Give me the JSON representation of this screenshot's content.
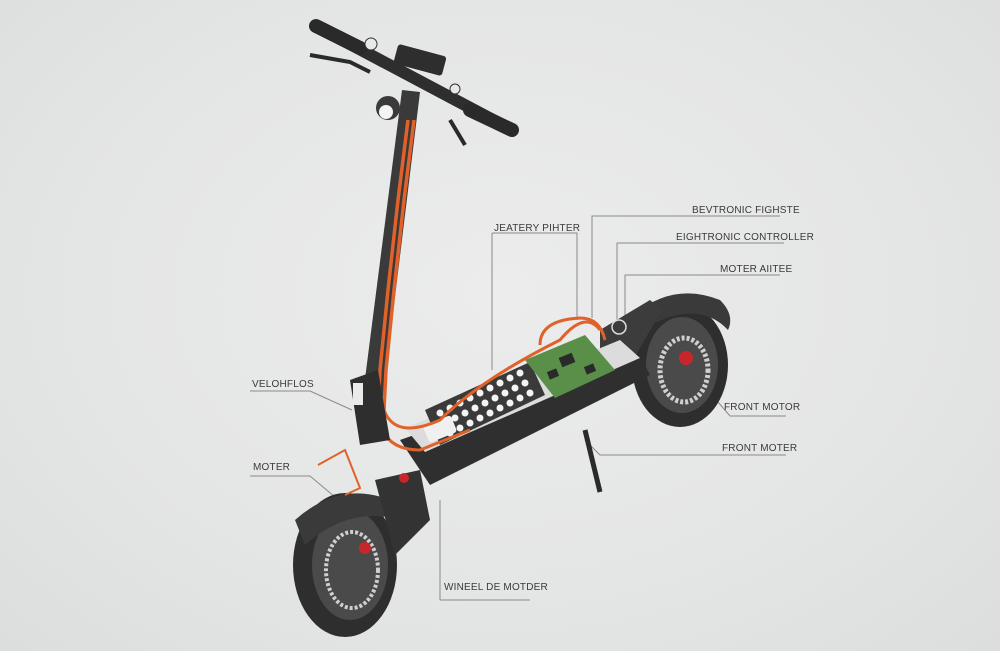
{
  "diagram": {
    "subject": "Electric scooter cutaway with internal wiring",
    "colors": {
      "background": "#e6e7e7",
      "frame": "#3c3c3c",
      "frame_dark": "#2a2a2a",
      "deck": "#d8d8d8",
      "wiring": "#e0622a",
      "pcb": "#5a8f4a",
      "battery_cell": "#f4f4f4",
      "leader_line": "#8a8a8a",
      "label_text": "#3a3a3a",
      "brake_caliper": "#c8262a"
    },
    "labels": [
      {
        "id": "jeatery-pihter",
        "text": "JEATERY PIHTER"
      },
      {
        "id": "bevtronic-fighste",
        "text": "BEVTRONIC FIGHSTE"
      },
      {
        "id": "eightronic-controller",
        "text": "EIGHTRONIC CONTROLLER"
      },
      {
        "id": "moter-aiitee",
        "text": "MOTER AIITEE"
      },
      {
        "id": "front-motor",
        "text": "FRONT MOTOR"
      },
      {
        "id": "front-moter",
        "text": "FRONT MOTER"
      },
      {
        "id": "velohflos",
        "text": "VELOHFLOS"
      },
      {
        "id": "moter",
        "text": "MOTER"
      },
      {
        "id": "wineel-de-motder",
        "text": "WINEEL DE MOTDER"
      }
    ]
  }
}
